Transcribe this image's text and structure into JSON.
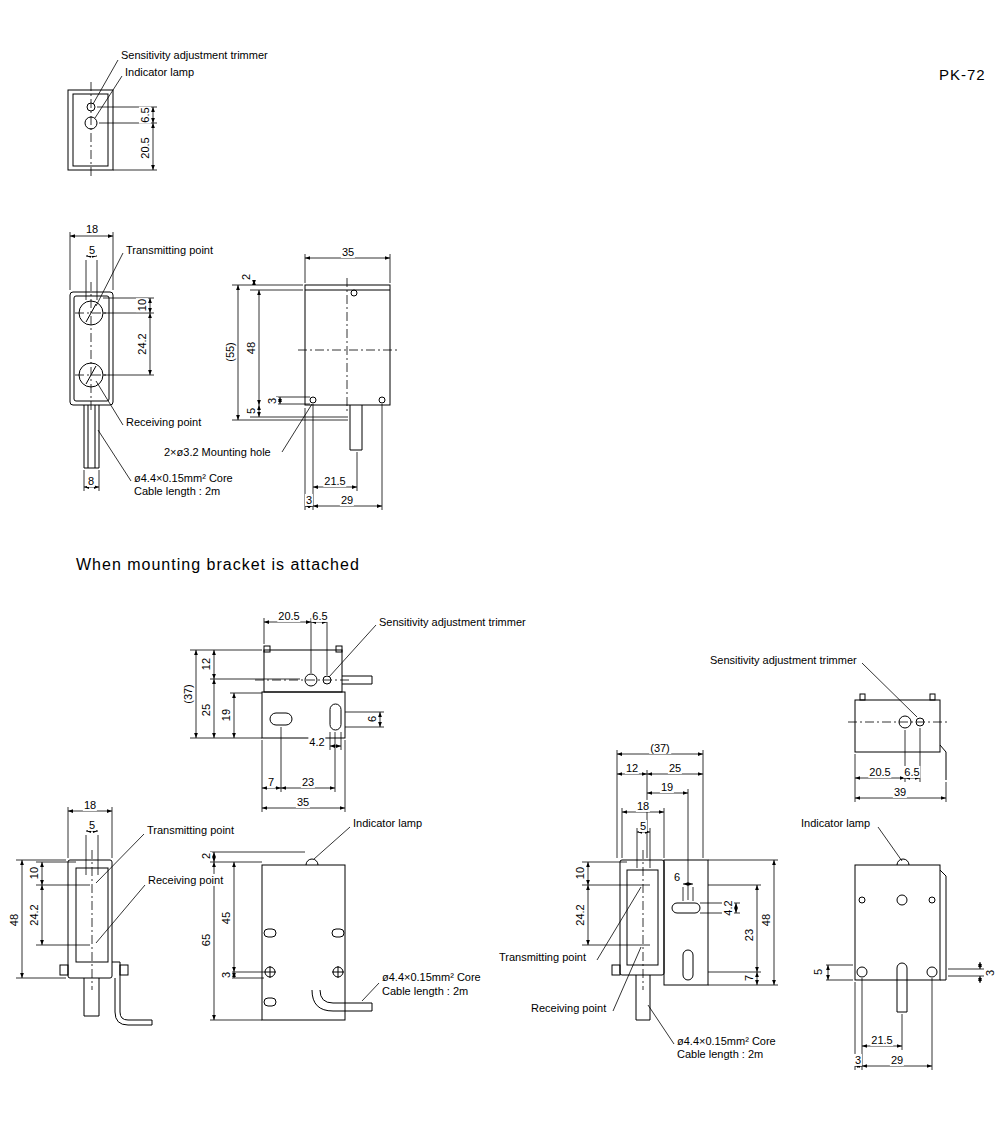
{
  "diagram": {
    "title": "PK-72",
    "labels": [
      "Sensitivity adjustment trimmer",
      "Indicator lamp",
      "6.5",
      "20.5",
      "18",
      "5",
      "Transmitting point",
      "10",
      "24.2",
      "Receiving point",
      "2×ø3.2 Mounting hole",
      "ø4.4×0.15mm² Core",
      "Cable length : 2m",
      "8",
      "35",
      "2",
      "(55)",
      "48",
      "3",
      "5",
      "21.5",
      "3",
      "29",
      "When mounting bracket is attached",
      "20.5",
      "6.5",
      "Sensitivity adjustment trimmer",
      "12",
      "(37)",
      "25",
      "19",
      "6",
      "4.2",
      "7",
      "23",
      "35",
      "18",
      "5",
      "Transmitting point",
      "Receiving point",
      "48",
      "10",
      "24.2",
      "Indicator lamp",
      "2",
      "65",
      "45",
      "3",
      "ø4.4×0.15mm² Core",
      "Cable length : 2m",
      "(37)",
      "12",
      "25",
      "19",
      "18",
      "5",
      "10",
      "24.2",
      "6",
      "4.2",
      "23",
      "48",
      "7",
      "Transmitting point",
      "Receiving point",
      "ø4.4×0.15mm² Core",
      "Cable length : 2m",
      "Sensitivity adjustment trimmer",
      "20.5",
      "6.5",
      "39",
      "Indicator lamp",
      "5",
      "3",
      "21.5",
      "3",
      "29"
    ]
  }
}
